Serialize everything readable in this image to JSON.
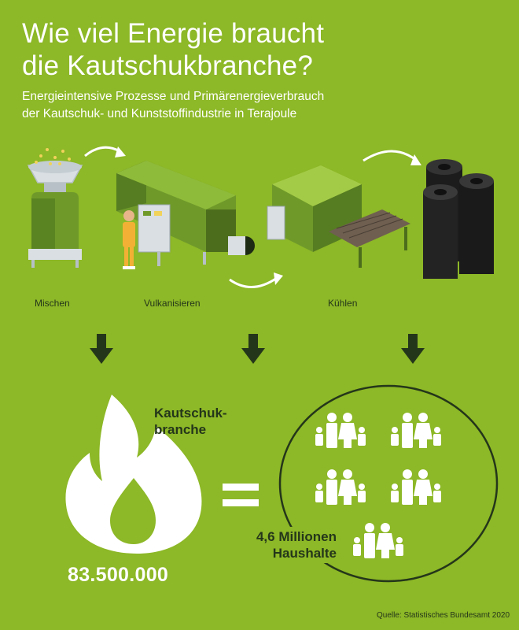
{
  "header": {
    "title_line1": "Wie viel Energie braucht",
    "title_line2": "die Kautschukbranche?",
    "subtitle_line1": "Energieintensive Prozesse und Primärenergieverbrauch",
    "subtitle_line2": "der Kautschuk- und Kunststoffindustrie in Terajoule"
  },
  "process": {
    "steps": [
      {
        "label": "Mischen",
        "icon": "mixer-icon"
      },
      {
        "label": "Vulkanisieren",
        "icon": "vulcanizer-machine-icon"
      },
      {
        "label": "Kühlen",
        "icon": "cooling-unit-icon"
      }
    ],
    "product_icon": "rubber-rolls-icon"
  },
  "consumption": {
    "sector_line1": "Kautschuk-",
    "sector_line2": "branche",
    "value": "83.500.000",
    "icon": "flame-icon"
  },
  "equivalent": {
    "symbol_icon": "equals-icon",
    "households_line1": "4,6 Millionen",
    "households_line2": "Haushalte",
    "icon": "family-icon"
  },
  "footer": {
    "source": "Quelle: Statistisches Bundesamt 2020"
  },
  "colors": {
    "background": "#8db827",
    "dark_text": "#24361a",
    "machine_green": "#6f9a2a",
    "machine_dark": "#4c6e1c",
    "white": "#ffffff"
  }
}
